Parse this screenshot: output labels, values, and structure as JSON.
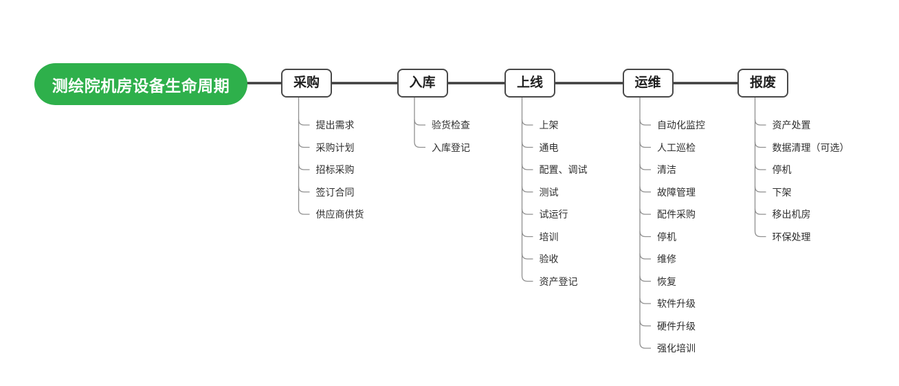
{
  "root": {
    "label": "测绘院机房设备生命周期"
  },
  "branches": [
    {
      "label": "采购",
      "children": [
        "提出需求",
        "采购计划",
        "招标采购",
        "签订合同",
        "供应商供货"
      ]
    },
    {
      "label": "入库",
      "children": [
        "验货检查",
        "入库登记"
      ]
    },
    {
      "label": "上线",
      "children": [
        "上架",
        "通电",
        "配置、调试",
        "测试",
        "试运行",
        "培训",
        "验收",
        "资产登记"
      ]
    },
    {
      "label": "运维",
      "children": [
        "自动化监控",
        "人工巡检",
        "清洁",
        "故障管理",
        "配件采购",
        "停机",
        "维修",
        "恢复",
        "软件升级",
        "硬件升级",
        "强化培训"
      ]
    },
    {
      "label": "报废",
      "children": [
        "资产处置",
        "数据清理（可选）",
        "停机",
        "下架",
        "移出机房",
        "环保处理"
      ]
    }
  ],
  "colors": {
    "canvas_bg": "#FFFFFF",
    "root_fill": "#2EB04B",
    "root_text": "#FFFFFF",
    "topic_border": "#484848",
    "topic_text": "#1F1F1F",
    "link_line": "#3D3D3D",
    "branch_line": "#8F8F8F",
    "subtopic_text": "#2E2E2E"
  }
}
